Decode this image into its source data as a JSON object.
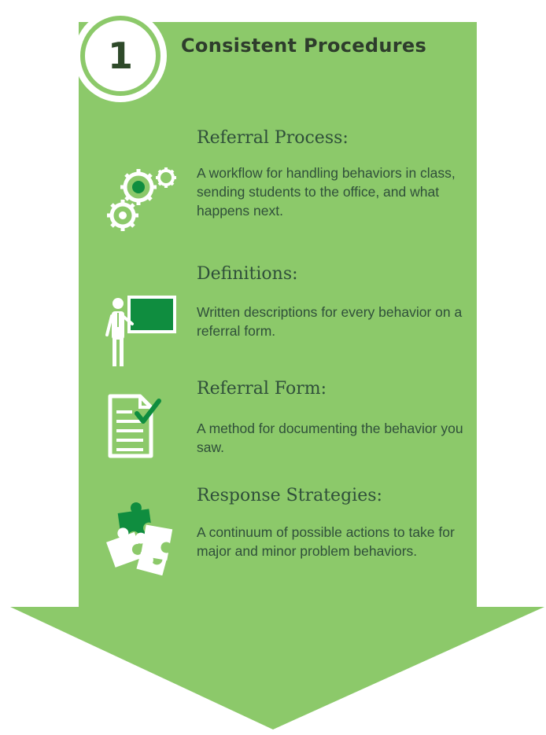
{
  "colors": {
    "arrow_green": "#8cc96a",
    "dark_green": "#0f8d3f",
    "text": "#2f4f3a",
    "white": "#ffffff"
  },
  "step": {
    "number": "1",
    "title": "Consistent  Procedures"
  },
  "sections": [
    {
      "icon": "gears-icon",
      "heading": "Referral Process:",
      "description": "A workflow for handling behaviors in class, sending students to the office, and what happens next."
    },
    {
      "icon": "teacher-board-icon",
      "heading": "Definitions:",
      "description": "Written descriptions for every behavior on a referral form."
    },
    {
      "icon": "checklist-document-icon",
      "heading": "Referral Form:",
      "description": "A method for documenting the behavior you saw."
    },
    {
      "icon": "puzzle-pieces-icon",
      "heading": "Response Strategies:",
      "description": "A continuum of possible actions to take for major and minor problem behaviors."
    }
  ]
}
